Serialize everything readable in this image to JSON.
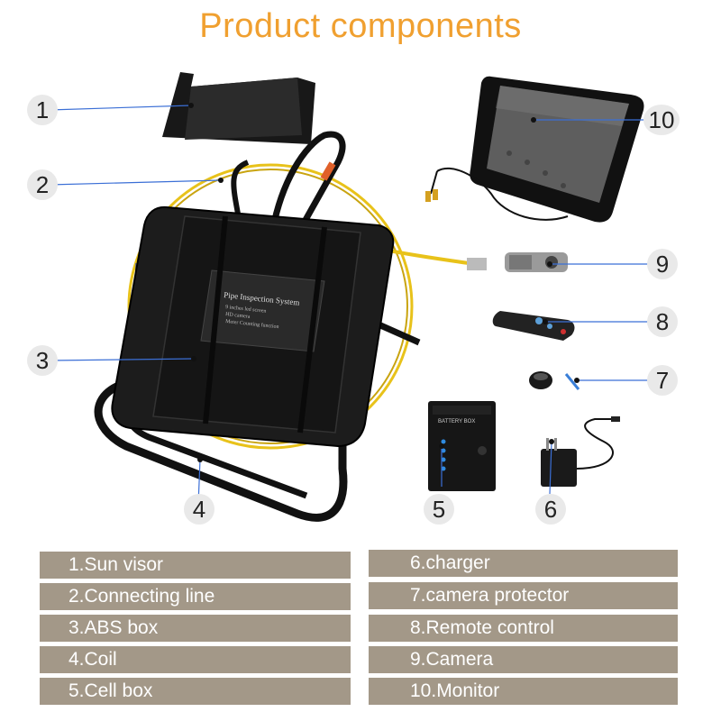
{
  "title": "Product components",
  "callouts": [
    "1",
    "2",
    "3",
    "4",
    "5",
    "6",
    "7",
    "8",
    "9",
    "10"
  ],
  "legend": {
    "left": [
      "1.Sun visor",
      "2.Connecting line",
      "3.ABS box",
      "4.Coil",
      "5.Cell box"
    ],
    "right": [
      "6.charger",
      "7.camera protector",
      "8.Remote control",
      "9.Camera",
      "10.Monitor"
    ]
  },
  "case_label": {
    "line1": "Pipe Inspection System",
    "line2": "9 inches led screen",
    "line3": "HD camera",
    "line4": "Meter Counting function"
  },
  "battery_box_label": "BATTERY BOX",
  "colors": {
    "title": "#f0a030",
    "legend_bg": "#a39888",
    "callout_line": "#3b6fd6",
    "cable": "#e8c21a"
  }
}
